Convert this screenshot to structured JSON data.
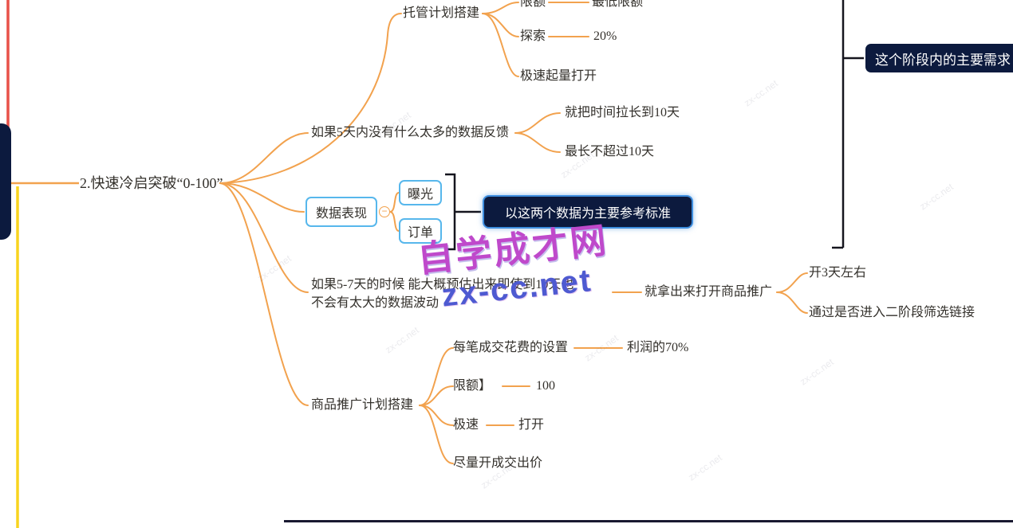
{
  "main_topic": "2.快速冷启突破“0-100”",
  "branches": {
    "hosting": {
      "label": "托管计划搭建",
      "limit": "限额",
      "limit_value": "最低限额",
      "explore": "探索",
      "explore_value": "20%",
      "fast_start": "极速起量打开"
    },
    "feedback": {
      "label": "如果5天内没有什么太多的数据反馈",
      "extend": "就把时间拉长到10天",
      "max": "最长不超过10天"
    },
    "data_perf": {
      "label": "数据表现",
      "collapse_icon": "−",
      "exposure": "曝光",
      "orders": "订单",
      "callout": "以这两个数据为主要参考标准"
    },
    "estimate": {
      "line1": "如果5-7天的时候  能大概预估出来即使到10天也",
      "line2": "不会有太大的数据波动",
      "action": "就拿出来打开商品推广",
      "days": "开3天左右",
      "filter": "通过是否进入二阶段筛选链接"
    },
    "promo": {
      "label": "商品推广计划搭建",
      "cost": "每笔成交花费的设置",
      "cost_value": "利润的70%",
      "limit": "限额】",
      "limit_value": "100",
      "speed": "极速",
      "speed_value": "打开",
      "bid": "尽量开成交出价"
    }
  },
  "summary": {
    "label": "这个阶段内的主要需求"
  },
  "watermark": {
    "title": "自学成才网",
    "site": "zx-cc.net",
    "tile": "zx-cc.net"
  },
  "colors": {
    "branch_line": "#F2A24E",
    "node_text": "#33302B",
    "box_border_blue": "#57B7EC",
    "dark_node_bg": "#0C1A3E",
    "callout_border": "#3E8EDF",
    "bracket": "#15151E",
    "edge_red": "#E85149",
    "edge_yellow": "#F8D41F",
    "watermark_title": "#BF49CB",
    "watermark_site": "#4E5AD1"
  }
}
